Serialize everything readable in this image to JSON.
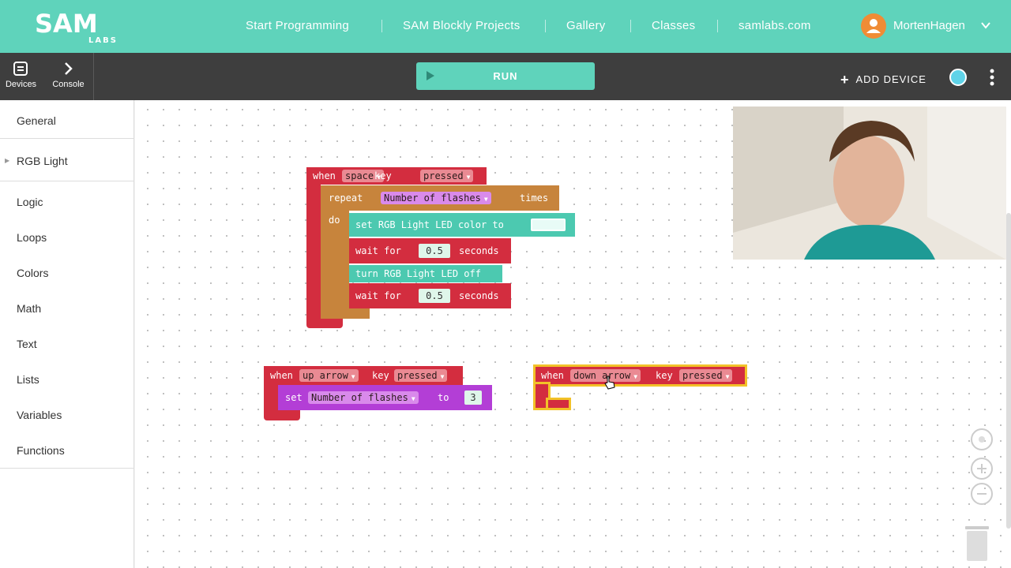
{
  "nav": {
    "logo_main": "SAM",
    "logo_sub": "LABS",
    "links": [
      "Start Programming",
      "SAM Blockly Projects",
      "Gallery",
      "Classes",
      "samlabs.com"
    ],
    "user": "MortenHagen"
  },
  "toolbar": {
    "devices_label": "Devices",
    "console_label": "Console",
    "run_label": "RUN",
    "add_device_label": "ADD DEVICE"
  },
  "sidebar": {
    "categories": [
      "General",
      "RGB Light",
      "Logic",
      "Loops",
      "Colors",
      "Math",
      "Text",
      "Lists",
      "Variables",
      "Functions"
    ]
  },
  "blocks": {
    "event1": {
      "when": "when",
      "key_option": "space",
      "key": "key",
      "state_option": "pressed"
    },
    "repeat": {
      "repeat": "repeat",
      "variable": "Number of flashes",
      "times": "times",
      "do": "do"
    },
    "set_color": {
      "text": "set RGB Light LED color to"
    },
    "wait1": {
      "wait": "wait for",
      "value": "0.5",
      "unit": "seconds"
    },
    "turn_off": {
      "text": "turn RGB Light LED off"
    },
    "wait2": {
      "wait": "wait for",
      "value": "0.5",
      "unit": "seconds"
    },
    "event2": {
      "when": "when",
      "key_option": "up arrow",
      "key": "key",
      "state_option": "pressed"
    },
    "set_var": {
      "set": "set",
      "variable": "Number of flashes",
      "to": "to",
      "value": "3"
    },
    "event3": {
      "when": "when",
      "key_option": "down arrow",
      "key": "key",
      "state_option": "pressed"
    }
  },
  "colors": {
    "brand": "#5fd3bb",
    "event_block": "#d32d3f",
    "loop_block": "#c7843c",
    "device_block": "#4cc9b0",
    "variable_block": "#b33ed6"
  }
}
